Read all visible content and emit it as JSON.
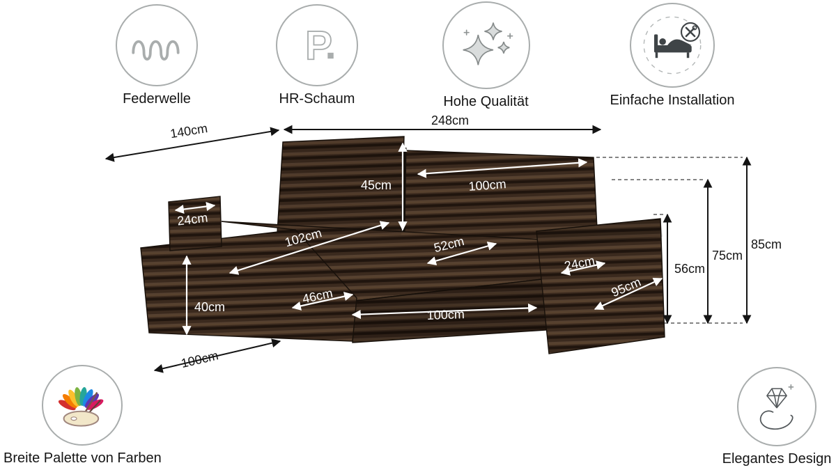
{
  "features_top": [
    {
      "label": "Federwelle",
      "icon": "spring-wave-icon"
    },
    {
      "label": "HR-Schaum",
      "icon": "hr-foam-icon"
    },
    {
      "label": "Hohe Qualität",
      "icon": "sparkles-icon"
    },
    {
      "label": "Einfache Installation",
      "icon": "bed-tools-icon"
    }
  ],
  "features_bottom": [
    {
      "label": "Breite Palette von Farben",
      "icon": "color-palette-icon"
    },
    {
      "label": "Elegantes Design",
      "icon": "diamond-hand-icon"
    }
  ],
  "dimensions": {
    "overall": [
      {
        "name": "depth-total",
        "label": "140cm"
      },
      {
        "name": "width-total",
        "label": "248cm"
      },
      {
        "name": "chaise-width",
        "label": "100cm"
      },
      {
        "name": "armrest-height",
        "label": "56cm"
      },
      {
        "name": "seatback-height",
        "label": "75cm"
      },
      {
        "name": "total-height",
        "label": "85cm"
      }
    ],
    "sofa": [
      {
        "name": "backrest-height",
        "label": "45cm"
      },
      {
        "name": "backrest-width",
        "label": "100cm"
      },
      {
        "name": "left-armrest-width",
        "label": "24cm"
      },
      {
        "name": "chaise-length",
        "label": "102cm"
      },
      {
        "name": "seat-depth",
        "label": "52cm"
      },
      {
        "name": "right-armrest-width",
        "label": "24cm"
      },
      {
        "name": "corner-seat-width",
        "label": "46cm"
      },
      {
        "name": "ottoman-height",
        "label": "40cm"
      },
      {
        "name": "seat-width",
        "label": "100cm"
      },
      {
        "name": "side-depth",
        "label": "95cm"
      }
    ]
  },
  "colors": {
    "sofa_base": "#3b2a1e",
    "stripe_dark": "#20150e",
    "stripe_light": "#57412e",
    "arrow_white": "#ffffff",
    "arrow_black": "#141414"
  }
}
